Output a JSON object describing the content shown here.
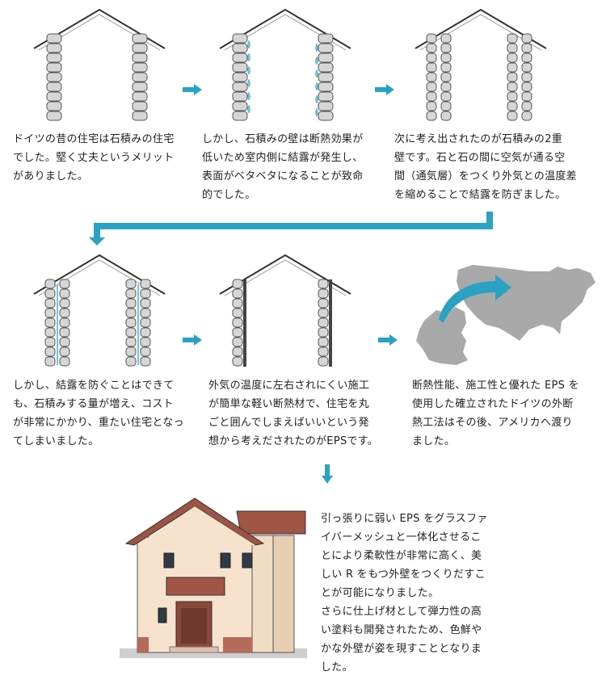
{
  "colors": {
    "arrow": "#2aa2c4",
    "stone": "#d6d6d6",
    "stone_line": "#555555",
    "roof": "#333333",
    "map": "#a9a9a9"
  },
  "steps": [
    {
      "caption": "ドイツの昔の住宅は石積みの住宅\nでした。堅く丈夫というメリット\nがありました。"
    },
    {
      "caption": "しかし、石積みの壁は断熱効果が\n低いため室内側に結露が発生し、\n表面がベタベタになることが致命\n的でした。"
    },
    {
      "caption": "次に考え出されたのが石積みの2重\n壁です。石と石の間に空気が通る空\n間（通気層）をつくり外気との温度差\nを縮めることで結露を防ぎました。"
    },
    {
      "caption": "しかし、結露を防ぐことはできて\nも、石積みする量が増え、コスト\nが非常にかかり、重たい住宅となっ\nてしまいました。"
    },
    {
      "caption": "外気の温度に左右されにくい施工\nが簡単な軽い断熱材で、住宅を丸\nごと囲んでしまえばいいという発\n想から考えだされたのがEPSです。"
    },
    {
      "caption": "断熱性能、施工性と優れた EPS を\n使用した確立されたドイツの外断\n熱工法はその後、アメリカへ渡り\nました。"
    }
  ],
  "final": {
    "caption": "引っ張りに弱い EPS をグラスファ\nイバーメッシュと一体化させるこ\nとにより柔軟性が非常に高く、美\nしい R をもつ外壁をつくりだすこ\nとが可能になりました。\nさらに仕上げ材として弾力性の高\nい塗料も開発されたため、色鮮や\nかな外壁が姿を現すこととなりま\nした。"
  }
}
